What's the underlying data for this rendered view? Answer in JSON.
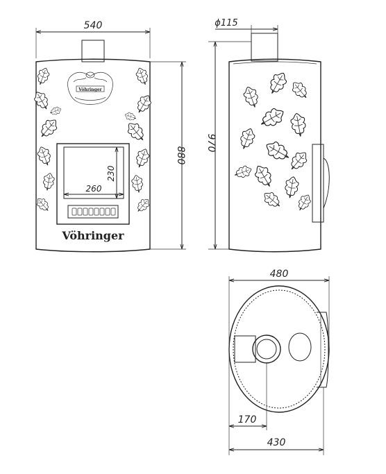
{
  "front_view": {
    "dims": {
      "width": "540",
      "height": "880",
      "door_width": "260",
      "door_height": "230"
    },
    "brand": "Vöhringer"
  },
  "side_view": {
    "dims": {
      "chimney": "ϕ115",
      "height": "970"
    }
  },
  "top_view": {
    "dims": {
      "width": "480",
      "depth": "430",
      "offset": "170"
    }
  }
}
